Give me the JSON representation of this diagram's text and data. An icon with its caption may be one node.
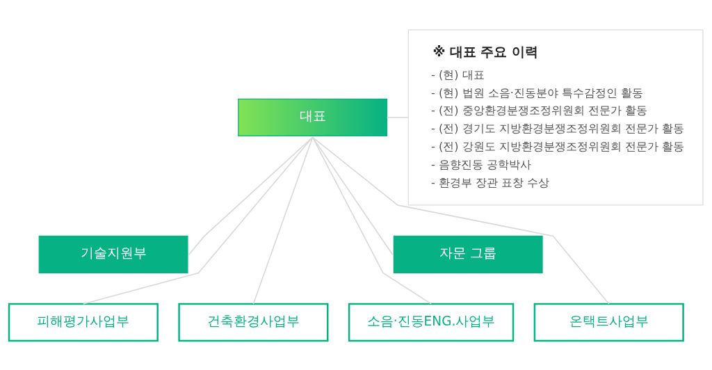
{
  "diagram": {
    "nodes": [
      {
        "text": [
          "대표"
        ]
      },
      {
        "text": [
          "※ 대표 주요 이력",
          "- (현) 대표",
          "- (현) 법원 소음·진동분야 특수감정인 활동",
          "- (전) 중앙환경분쟁조정위원회 전문가 활동",
          "- (전) 경기도 지방환경분쟁조정위원회 전문가 활동",
          "- (전) 강원도 지방환경분쟁조정위원회 전문가 활동",
          "- 음향진동 공학박사",
          "- 환경부 장관 표창 수상"
        ]
      },
      {
        "text": [
          "기술지원부"
        ]
      },
      {
        "text": [
          "자문 그룹"
        ]
      },
      {
        "text": [
          "피해평가사업부"
        ]
      },
      {
        "text": [
          "건축환경사업부"
        ]
      },
      {
        "text": [
          "소음·진동ENG.사업부"
        ]
      },
      {
        "text": [
          "온택트사업부"
        ]
      }
    ],
    "edges": [
      {
        "from": 0,
        "to": 1,
        "arrow": "none"
      },
      {
        "from": 0,
        "to": 2,
        "arrow": "none"
      },
      {
        "from": 0,
        "to": 3,
        "arrow": "none"
      },
      {
        "from": 0,
        "to": 4,
        "arrow": "none"
      },
      {
        "from": 0,
        "to": 5,
        "arrow": "none"
      },
      {
        "from": 0,
        "to": 6,
        "arrow": "none"
      },
      {
        "from": 0,
        "to": 7,
        "arrow": "none"
      }
    ]
  }
}
